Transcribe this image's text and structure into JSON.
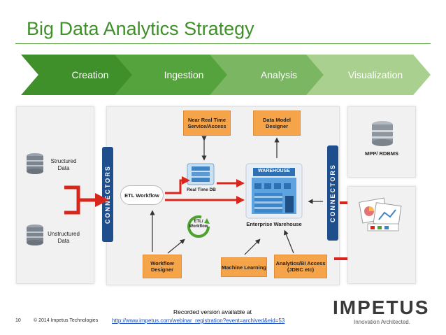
{
  "title": "Big Data Analytics Strategy",
  "stages": [
    {
      "label": "Creation",
      "color": "#3f8f2a"
    },
    {
      "label": "Ingestion",
      "color": "#55a33c"
    },
    {
      "label": "Analysis",
      "color": "#7bb763"
    },
    {
      "label": "Visualization",
      "color": "#a9d08f"
    }
  ],
  "sources": {
    "structured": "Structured\nData",
    "unstructured": "Unstructured\nData"
  },
  "connectors_label": "CONNECTORS",
  "boxes": {
    "near_real_time": "Near Real Time\nService/Access",
    "data_model": "Data Model\nDesigner",
    "etl_workflow": "ETL Workflow",
    "real_time_db": "Real Time DB",
    "warehouse_sign": "WAREHOUSE",
    "enterprise_warehouse": "Enterprise Warehouse",
    "etl_cycle": "ETL/\nWorkflow",
    "workflow_designer": "Workflow\nDesigner",
    "machine_learning": "Machine Learning",
    "analytics_access": "Analytics/BI Access\n(JDBC etc)"
  },
  "outputs": {
    "mpp": "MPP/ RDBMS"
  },
  "footer": {
    "page_number": "10",
    "copyright": "© 2014 Impetus Technologies",
    "recorded": "Recorded version available at",
    "link": "http://www.impetus.com/webinar_registration?event=archived&eid=53"
  },
  "logo": {
    "name": "IMPETUS",
    "tagline": "Innovation Architected."
  },
  "colors": {
    "arrow_red": "#d9261c",
    "connector_blue": "#1f4e8c",
    "box_orange": "#f6a44a"
  }
}
